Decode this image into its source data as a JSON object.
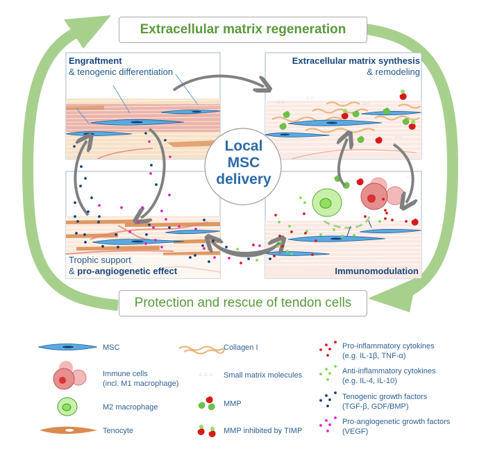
{
  "header": {
    "title": "Extracellular matrix regeneration"
  },
  "footer": {
    "title": "Protection and rescue of tendon cells"
  },
  "center": {
    "lines": [
      "Local",
      "MSC",
      "delivery"
    ]
  },
  "panels": {
    "top_left": {
      "title_bold": "Engraftment",
      "title_rest": "& tenogenic differentiation"
    },
    "top_right": {
      "title_bold": "Extracellular matrix synthesis",
      "title_rest": "& remodeling"
    },
    "bottom_left": {
      "title_rest": "Trophic support",
      "title_prefix": "& ",
      "title_bold": "pro-angiogenetic effect"
    },
    "bottom_right": {
      "title_bold": "Immunomodulation"
    }
  },
  "legend": {
    "col1": [
      {
        "icon": "msc-cell-icon",
        "label": "MSC"
      },
      {
        "icon": "immune-cells-icon",
        "label": "Immune cells",
        "label2": "(incl. M1 macrophage)"
      },
      {
        "icon": "m2-macrophage-icon",
        "label": "M2 macrophage"
      },
      {
        "icon": "tenocyte-icon",
        "label": "Tenocyte"
      }
    ],
    "col2": [
      {
        "icon": "collagen-icon",
        "label": "Collagen I"
      },
      {
        "icon": "small-matrix-molecules-icon",
        "label": "Small matrix molecules"
      },
      {
        "icon": "mmp-icon",
        "label": "MMP"
      },
      {
        "icon": "mmp-timp-icon",
        "label": "MMP inhibited by TIMP"
      }
    ],
    "col3": [
      {
        "icon": "pro-inflammatory-dots-icon",
        "label": "Pro-inflammatory cytokines",
        "label2": "(e.g. IL-1β, TNF-α)",
        "color": "#d7191c"
      },
      {
        "icon": "anti-inflammatory-dots-icon",
        "label": "Anti-inflammatory cytokines",
        "label2": "(e.g. IL-4, IL-10)",
        "color": "#7ddc4a"
      },
      {
        "icon": "tenogenic-dots-icon",
        "label": "Tenogenic growth factors",
        "label2": "(TGF-β, GDF/BMP)",
        "color": "#103f7a"
      },
      {
        "icon": "angiogenetic-dots-icon",
        "label": "Pro-angiogenetic growth factors",
        "label2": "(VEGF)",
        "color": "#e020c0"
      }
    ]
  },
  "colors": {
    "cycle_arrow": "#a8d08d",
    "title_green": "#5a9a3a",
    "text_blue": "#1f5a95",
    "msc_blue": "#5aaae0",
    "tenocyte_orange": "#d98a4f",
    "panel_border": "#9fb7cc"
  }
}
